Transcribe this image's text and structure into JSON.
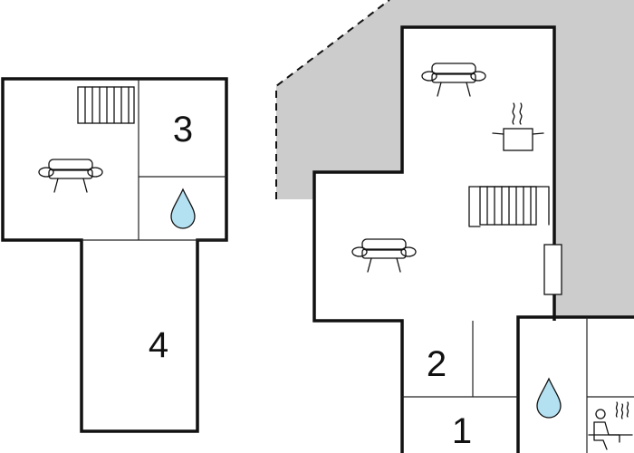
{
  "floorplan": {
    "colors": {
      "wall": "#111111",
      "outdoor_area": "#cccccc",
      "water_drop": "#b3e1f1",
      "background": "#ffffff"
    },
    "left_unit": {
      "room_labels": {
        "room_3": "3",
        "room_4": "4"
      },
      "icons": [
        "radiator-icon",
        "sofa-icon",
        "water-drop-icon"
      ]
    },
    "right_unit": {
      "room_labels": {
        "room_1": "1",
        "room_2": "2"
      },
      "icons": [
        "sofa-icon",
        "cooking-pot-icon",
        "radiator-icon",
        "sofa-icon",
        "wood-stove-icon",
        "water-drop-icon",
        "sauna-icon"
      ]
    }
  }
}
